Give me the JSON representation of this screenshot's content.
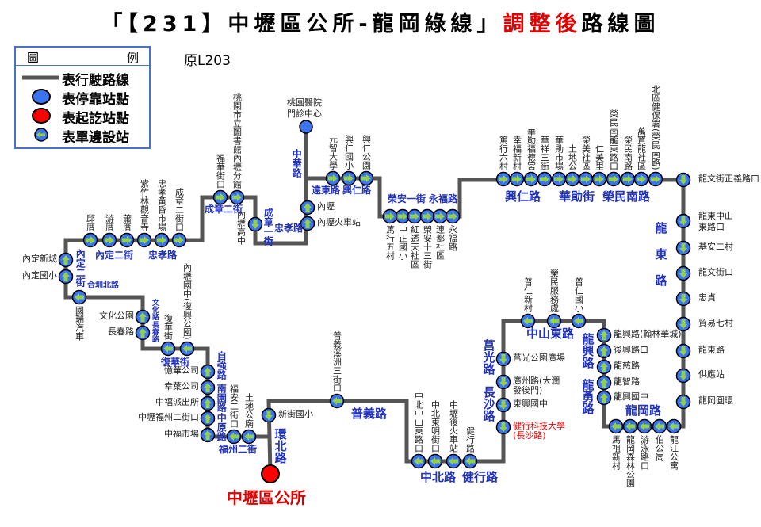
{
  "title": {
    "part1": "「【231】中壢區公所-龍岡綠線」",
    "part2": "調整後",
    "part3": "路線圖"
  },
  "subtitle": "原L203",
  "legend": {
    "h1": "圖",
    "h2": "例",
    "route": "表行駛路線",
    "stop": "表停靠站點",
    "terminal": "表起訖站點",
    "one_side": "表單邊設站"
  },
  "colors": {
    "route": "#555555",
    "stop": "#3b73f0",
    "arrow": "#8fd14f",
    "terminal": "#ff0000",
    "road": "#2233bb"
  },
  "terminal": "中壢區公所",
  "stops": [
    {
      "name": "新街國小",
      "dir": "down"
    },
    {
      "name": "普義溪洲三街口",
      "dir": "left"
    },
    {
      "name": "中北中山東路口",
      "dir": "left"
    },
    {
      "name": "中北東明街口",
      "dir": "left"
    },
    {
      "name": "中壢後火車站",
      "dir": "left"
    },
    {
      "name": "健行路",
      "dir": "left"
    },
    {
      "name": "健行科技大學(長沙路)",
      "dir": "down"
    },
    {
      "name": "東興國中",
      "dir": "down"
    },
    {
      "name": "廣州路(大潤發後門)",
      "dir": "down"
    },
    {
      "name": "莒光公園廣場",
      "dir": "down"
    },
    {
      "name": "普仁新村",
      "dir": "left"
    },
    {
      "name": "榮民服務處",
      "dir": "left"
    },
    {
      "name": "普仁國小",
      "dir": "left"
    },
    {
      "name": "龍興路(翰林華城)",
      "dir": "up"
    },
    {
      "name": "後興路口",
      "dir": "up"
    },
    {
      "name": "龍慈路",
      "dir": "up"
    },
    {
      "name": "龍智路",
      "dir": "up"
    },
    {
      "name": "龍興國中",
      "dir": "up"
    },
    {
      "name": "馬祖新村",
      "dir": "left"
    },
    {
      "name": "龍岡森林公園",
      "dir": "left"
    },
    {
      "name": "游泳路口",
      "dir": "left"
    },
    {
      "name": "伯公崗",
      "dir": "left"
    },
    {
      "name": "龍江公寓",
      "dir": "left"
    },
    {
      "name": "龍岡圓環",
      "dir": "down"
    },
    {
      "name": "供應站",
      "dir": "down"
    },
    {
      "name": "龍東路",
      "dir": "down"
    },
    {
      "name": "貿易七村",
      "dir": "down"
    },
    {
      "name": "忠貞",
      "dir": "down"
    },
    {
      "name": "龍文街口",
      "dir": "down"
    },
    {
      "name": "基安二村",
      "dir": "down"
    },
    {
      "name": "龍東中山東路口",
      "dir": "down"
    },
    {
      "name": "龍文街正義路口",
      "dir": "down"
    },
    {
      "name": "篤行六村",
      "dir": "right"
    },
    {
      "name": "幸福新村",
      "dir": "right"
    },
    {
      "name": "華勛福德宮",
      "dir": "right"
    },
    {
      "name": "華祥三街",
      "dir": "right"
    },
    {
      "name": "華勛市場",
      "dir": "right"
    },
    {
      "name": "土地公",
      "dir": "right"
    },
    {
      "name": "榮美社區",
      "dir": "right"
    },
    {
      "name": "仁美里",
      "dir": "right"
    },
    {
      "name": "榮民南龍東路口",
      "dir": "right"
    },
    {
      "name": "榮民南路",
      "dir": "right"
    },
    {
      "name": "萬寶龍社區",
      "dir": "right"
    },
    {
      "name": "北區健保署(榮民南路)",
      "dir": "right"
    },
    {
      "name": "篤行五村",
      "dir": "right"
    },
    {
      "name": "中正國小",
      "dir": "right"
    },
    {
      "name": "紅透天社區",
      "dir": "right"
    },
    {
      "name": "榮安十三街",
      "dir": "right"
    },
    {
      "name": "連都社區",
      "dir": "right"
    },
    {
      "name": "永福路",
      "dir": "right"
    },
    {
      "name": "元智大學",
      "dir": "right"
    },
    {
      "name": "興仁國小",
      "dir": "right"
    },
    {
      "name": "興仁公園",
      "dir": "right"
    },
    {
      "name": "內壢",
      "dir": "up"
    },
    {
      "name": "內壢火車站",
      "dir": "up"
    },
    {
      "name": "桃園醫院門診中心",
      "dir": "none"
    },
    {
      "name": "內壢高中",
      "dir": "down"
    },
    {
      "name": "桃園市立圖書館內壢分館",
      "dir": "right"
    },
    {
      "name": "福華街口",
      "dir": "right"
    },
    {
      "name": "成章二街口",
      "dir": "right"
    },
    {
      "name": "忠孝黃昏市場",
      "dir": "right"
    },
    {
      "name": "紫竹林觀音寺",
      "dir": "right"
    },
    {
      "name": "蕭厝",
      "dir": "right"
    },
    {
      "name": "游厝",
      "dir": "right"
    },
    {
      "name": "邱厝",
      "dir": "right"
    },
    {
      "name": "內定新城",
      "dir": "up"
    },
    {
      "name": "內定國小",
      "dir": "up"
    },
    {
      "name": "國瑞汽車",
      "dir": "left"
    },
    {
      "name": "文化公園",
      "dir": "up"
    },
    {
      "name": "長春路",
      "dir": "up"
    },
    {
      "name": "復華街",
      "dir": "left"
    },
    {
      "name": "內壢國中(復興公園)",
      "dir": "left"
    },
    {
      "name": "憶華公司",
      "dir": "up"
    },
    {
      "name": "幸葉公司",
      "dir": "up"
    },
    {
      "name": "中福派出所",
      "dir": "up"
    },
    {
      "name": "中壢福州二街口",
      "dir": "up"
    },
    {
      "name": "中福市場",
      "dir": "up"
    },
    {
      "name": "福安二街口",
      "dir": "left"
    },
    {
      "name": "土地公廟",
      "dir": "left"
    }
  ],
  "roads": [
    "內定二街",
    "合圳北路",
    "內定二街",
    "忠孝路",
    "成章二街",
    "成章一街",
    "忠孝路",
    "中華路",
    "遠東路",
    "興仁路",
    "榮安一街",
    "永福路",
    "興仁路",
    "華勛街",
    "榮民南路",
    "龍東路",
    "文化路",
    "長春路",
    "復華街",
    "自強路",
    "南園路",
    "中原路",
    "福州二街",
    "環北路",
    "普義路",
    "中北路",
    "健行路",
    "中山東路",
    "莒光路",
    "長沙路",
    "龍興路",
    "龍勇路",
    "龍岡路"
  ]
}
